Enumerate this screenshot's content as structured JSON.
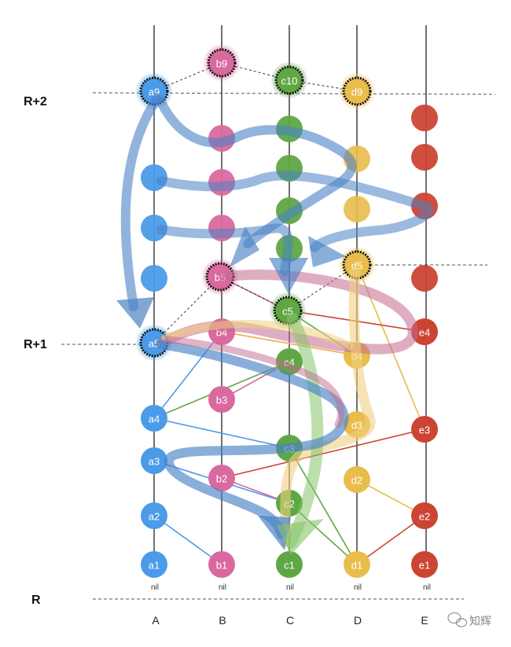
{
  "rounds": [
    "R+2",
    "R+1",
    "R"
  ],
  "columns": [
    "A",
    "B",
    "C",
    "D",
    "E"
  ],
  "nil": "nil",
  "colors": {
    "A": "#4b9be8",
    "B": "#d9699f",
    "C": "#5fa744",
    "D": "#e9bd4c",
    "E": "#cc4433"
  },
  "arrow_colors": {
    "blue": "#4a82c4",
    "pink": "#c4698f",
    "green": "#86c56a",
    "yellow": "#f0cf80"
  },
  "watermark": "知辉",
  "nodes": [
    {
      "id": "a9",
      "label": "a9",
      "col": "A",
      "famous": true
    },
    {
      "id": "a5",
      "label": "a5",
      "col": "A",
      "famous": true
    },
    {
      "id": "a4",
      "label": "a4",
      "col": "A"
    },
    {
      "id": "a3",
      "label": "a3",
      "col": "A"
    },
    {
      "id": "a2",
      "label": "a2",
      "col": "A"
    },
    {
      "id": "a1",
      "label": "a1",
      "col": "A"
    },
    {
      "id": "b9",
      "label": "b9",
      "col": "B",
      "famous": true
    },
    {
      "id": "b5",
      "label": "b5",
      "col": "B",
      "famous": true
    },
    {
      "id": "b4",
      "label": "b4",
      "col": "B"
    },
    {
      "id": "b3",
      "label": "b3",
      "col": "B"
    },
    {
      "id": "b2",
      "label": "b2",
      "col": "B"
    },
    {
      "id": "b1",
      "label": "b1",
      "col": "B"
    },
    {
      "id": "c10",
      "label": "c10",
      "col": "C",
      "famous": true
    },
    {
      "id": "c5",
      "label": "c5",
      "col": "C",
      "famous": true
    },
    {
      "id": "c4",
      "label": "c4",
      "col": "C"
    },
    {
      "id": "c3",
      "label": "c3",
      "col": "C"
    },
    {
      "id": "c2",
      "label": "c2",
      "col": "C"
    },
    {
      "id": "c1",
      "label": "c1",
      "col": "C"
    },
    {
      "id": "d9",
      "label": "d9",
      "col": "D",
      "famous": true
    },
    {
      "id": "d5",
      "label": "d5",
      "col": "D",
      "famous": true
    },
    {
      "id": "d4",
      "label": "d4",
      "col": "D"
    },
    {
      "id": "d3",
      "label": "d3",
      "col": "D"
    },
    {
      "id": "d2",
      "label": "d2",
      "col": "D"
    },
    {
      "id": "d1",
      "label": "d1",
      "col": "D"
    },
    {
      "id": "e4",
      "label": "e4",
      "col": "E"
    },
    {
      "id": "e3",
      "label": "e3",
      "col": "E"
    },
    {
      "id": "e2",
      "label": "e2",
      "col": "E"
    },
    {
      "id": "e1",
      "label": "e1",
      "col": "E"
    }
  ]
}
